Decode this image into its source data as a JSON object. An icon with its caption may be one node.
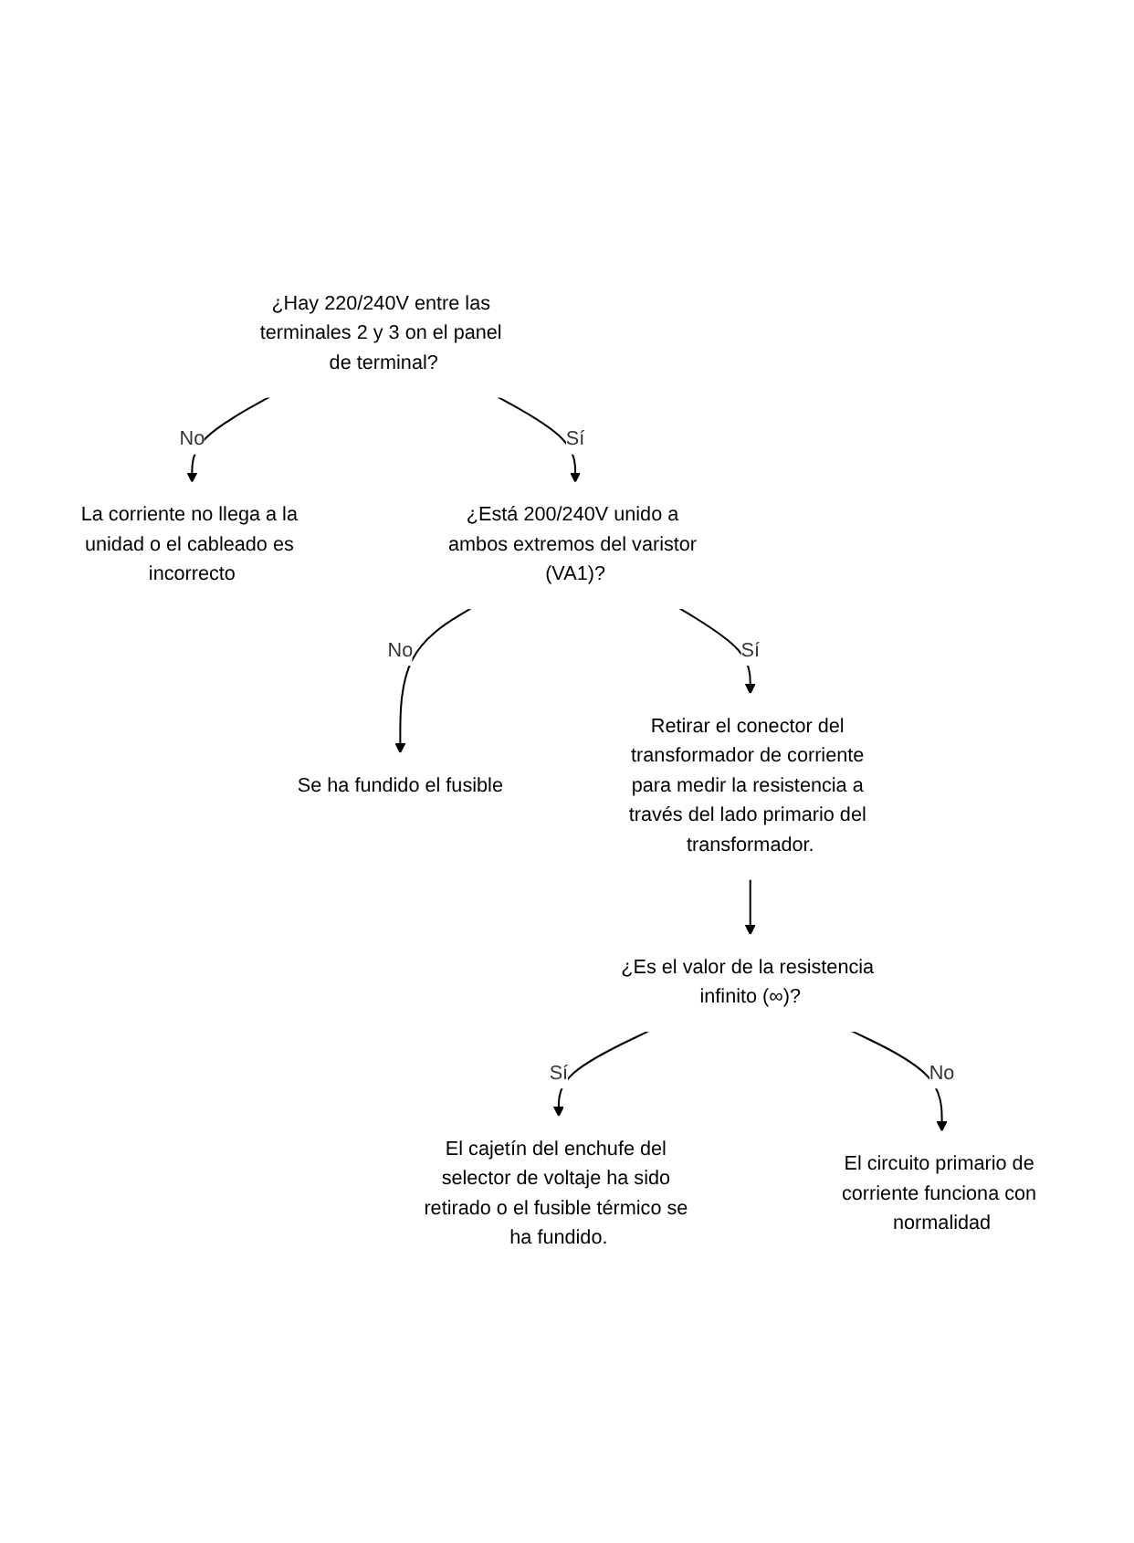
{
  "diagram": {
    "nodes": [
      {
        "text": [
          "¿Hay 220/240V entre las terminales 2 y 3 on el panel de terminal?"
        ]
      },
      {
        "text": [
          "La corriente no llega a la unidad o el cableado es incorrecto"
        ]
      },
      {
        "text": [
          "¿Está 200/240V unido a ambos extremos del varistor (VA1)?"
        ]
      },
      {
        "text": [
          "Se ha fundido el fusible"
        ]
      },
      {
        "text": [
          "Retirar el conector del transformador de corriente para medir la resistencia a través del lado primario del transformador."
        ]
      },
      {
        "text": [
          "¿Es el valor de la resistencia infinito (∞)?"
        ]
      },
      {
        "text": [
          "El circuito primario de corriente funciona con normalidad"
        ]
      },
      {
        "text": [
          "El cajetín del enchufe del selector de voltaje ha sido retirado o el fusible térmico se ha fundido."
        ]
      }
    ],
    "edges": [
      {
        "from": 0,
        "to": 2,
        "arrow": "to",
        "label": "Sí"
      },
      {
        "from": 0,
        "to": 1,
        "arrow": "to",
        "label": "No"
      },
      {
        "from": 2,
        "to": 4,
        "arrow": "to",
        "label": "Sí"
      },
      {
        "from": 2,
        "to": 3,
        "arrow": "to",
        "label": "No"
      },
      {
        "from": 4,
        "to": 5,
        "arrow": "to"
      },
      {
        "from": 5,
        "to": 7,
        "arrow": "to",
        "label": "Sí"
      },
      {
        "from": 5,
        "to": 6,
        "arrow": "to",
        "label": "No"
      }
    ]
  }
}
